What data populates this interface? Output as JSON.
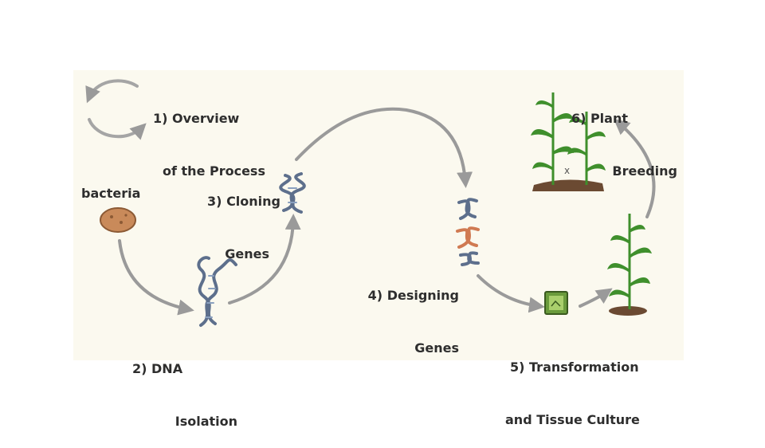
{
  "steps": {
    "s1": {
      "line1": "1) Overview",
      "line2": "of the Process"
    },
    "s2": {
      "line1": "2) DNA",
      "line2": "Isolation"
    },
    "s3": {
      "line1": "3) Cloning",
      "line2": "Genes"
    },
    "s4": {
      "line1": "4) Designing",
      "line2": "Genes"
    },
    "s5": {
      "line1": "5) Transformation",
      "line2": "and Tissue Culture"
    },
    "s6": {
      "line1": "6) Plant",
      "line2": "Breeding"
    }
  },
  "bacteria_label": "bacteria",
  "colors": {
    "background": "#fbf9ef",
    "arrow": "#9a9a9a",
    "dna": "#5d6f8c",
    "dna_modified": "#d07a52",
    "bacterium": "#c98a5a",
    "plant": "#3f8f2c",
    "soil": "#6b4a32",
    "tissue_dish": "#6a9b3c"
  }
}
